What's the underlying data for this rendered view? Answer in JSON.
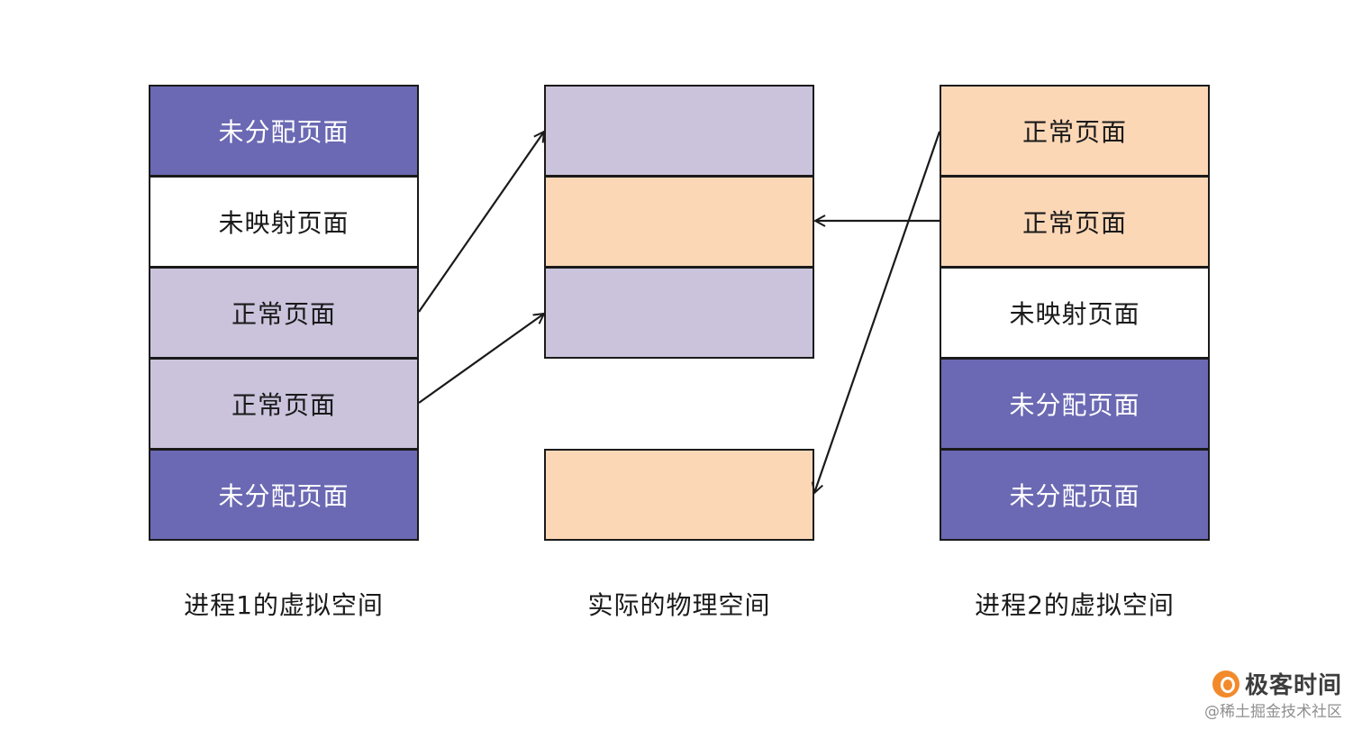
{
  "process1": {
    "caption": "进程1的虚拟空间",
    "blocks": [
      {
        "label": "未分配页面",
        "kind": "unallocated"
      },
      {
        "label": "未映射页面",
        "kind": "unmapped"
      },
      {
        "label": "正常页面",
        "kind": "normal-purple"
      },
      {
        "label": "正常页面",
        "kind": "normal-purple"
      },
      {
        "label": "未分配页面",
        "kind": "unallocated"
      }
    ]
  },
  "physical": {
    "caption": "实际的物理空间",
    "blocks": [
      {
        "label": "",
        "kind": "normal-purple"
      },
      {
        "label": "",
        "kind": "normal-peach"
      },
      {
        "label": "",
        "kind": "normal-purple"
      },
      {
        "label": "",
        "kind": "normal-peach"
      }
    ]
  },
  "process2": {
    "caption": "进程2的虚拟空间",
    "blocks": [
      {
        "label": "正常页面",
        "kind": "normal-peach"
      },
      {
        "label": "正常页面",
        "kind": "normal-peach"
      },
      {
        "label": "未映射页面",
        "kind": "unmapped"
      },
      {
        "label": "未分配页面",
        "kind": "unallocated"
      },
      {
        "label": "未分配页面",
        "kind": "unallocated"
      }
    ]
  },
  "watermark": {
    "brand": "极客时间",
    "sub": "@稀土掘金技术社区"
  },
  "colors": {
    "unallocated": "#6b69b3",
    "unmapped": "#ffffff",
    "normal_purple": "#cbc3dc",
    "normal_peach": "#fcd7b6",
    "border": "#1a1a1a"
  }
}
